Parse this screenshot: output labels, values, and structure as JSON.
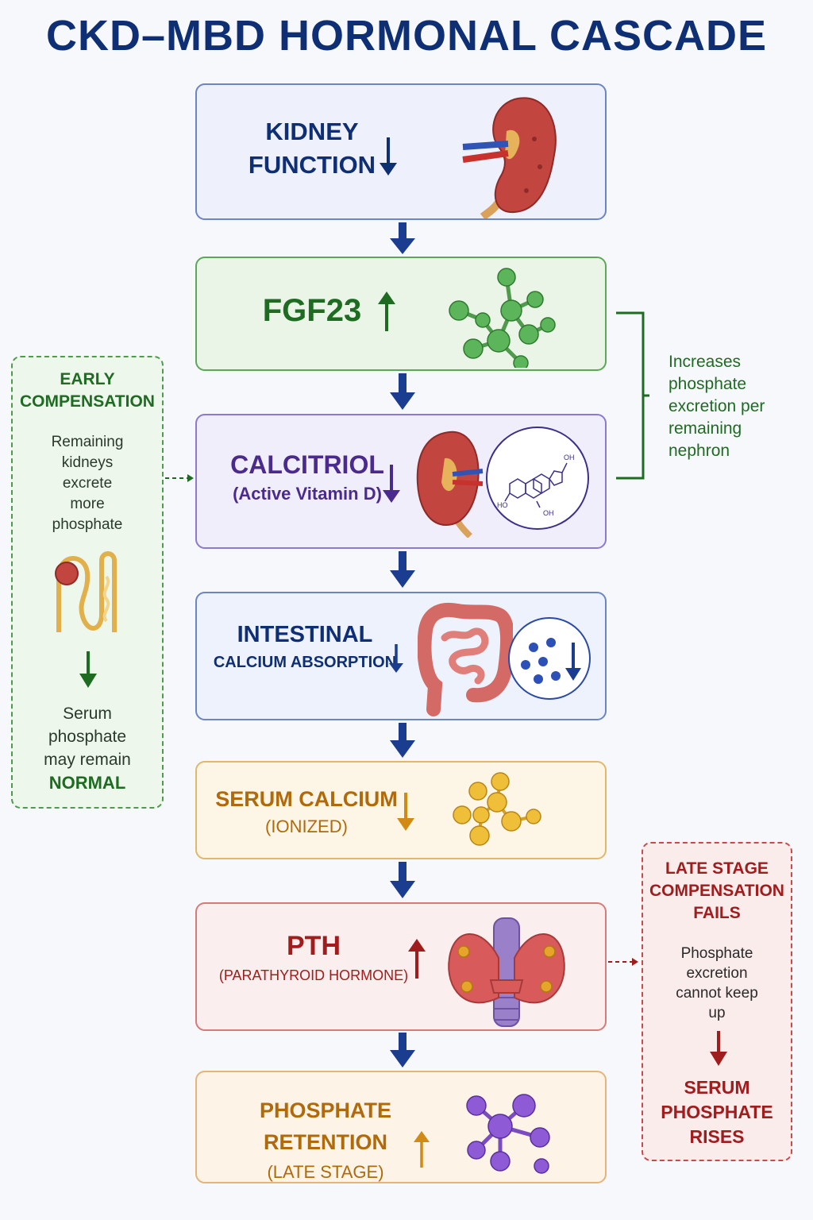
{
  "title": "CKD–MBD HORMONAL CASCADE",
  "colors": {
    "navy": "#0f2f74",
    "green": "#1e6b22",
    "purple": "#4a2a8c",
    "orange": "#b06a0a",
    "red": "#a11c1c"
  },
  "steps": [
    {
      "line1": "KIDNEY",
      "line2": "FUNCTION",
      "direction": "down",
      "icon": "kidney-icon"
    },
    {
      "line1": "FGF23",
      "direction": "up",
      "icon": "molecule-cluster-icon"
    },
    {
      "line1": "CALCITRIOL",
      "line2": "(Active Vitamin D)",
      "direction": "down",
      "icon": "vitamin-d-structure-icon"
    },
    {
      "line1": "INTESTINAL",
      "line2": "CALCIUM ABSORPTION",
      "direction": "down",
      "icon": "intestine-icon"
    },
    {
      "line1": "SERUM CALCIUM",
      "line2": "(IONIZED)",
      "direction": "down",
      "icon": "calcium-ions-icon"
    },
    {
      "line1": "PTH",
      "line2": "(PARATHYROID HORMONE)",
      "direction": "up",
      "icon": "parathyroid-gland-icon"
    },
    {
      "line1": "PHOSPHATE RETENTION",
      "line2": "(LATE STAGE)",
      "direction": "up",
      "icon": "phosphate-molecule-icon"
    }
  ],
  "bracket_note": {
    "lines": [
      "Increases",
      "phosphate",
      "excretion per",
      "remaining",
      "nephron"
    ]
  },
  "early": {
    "heading": [
      "EARLY",
      "COMPENSATION"
    ],
    "body": [
      "Remaining",
      "kidneys",
      "excrete",
      "more",
      "phosphate"
    ],
    "result": [
      "Serum",
      "phosphate",
      "may remain"
    ],
    "result_emphasis": "NORMAL"
  },
  "late": {
    "heading": [
      "LATE STAGE",
      "COMPENSATION",
      "FAILS"
    ],
    "body": [
      "Phosphate",
      "excretion",
      "cannot keep",
      "up"
    ],
    "result": [
      "SERUM",
      "PHOSPHATE",
      "RISES"
    ]
  },
  "structure_labels": {
    "oh_top": "OH",
    "ho_left": "HO",
    "oh_bottom": "OH"
  }
}
